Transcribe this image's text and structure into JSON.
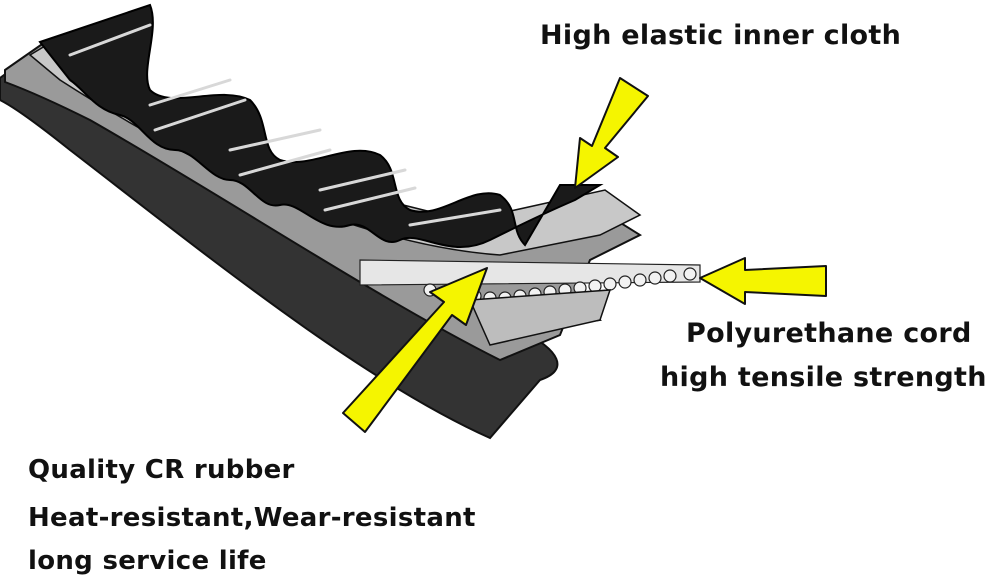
{
  "labels": {
    "inner_cloth": "High elastic inner cloth",
    "cord_line1": "Polyurethane cord",
    "cord_line2": "high tensile strength",
    "rubber_line1": "Quality CR rubber",
    "rubber_line2": "Heat-resistant,Wear-resistant",
    "rubber_line3": "long service life"
  },
  "colors": {
    "arrow_fill": "#f5f500",
    "outline": "#111111",
    "belt_teeth": "#1a1a1a",
    "belt_body": "#9a9a9a",
    "cloth_layer": "#c8c8c8",
    "back_layer": "#333333"
  }
}
